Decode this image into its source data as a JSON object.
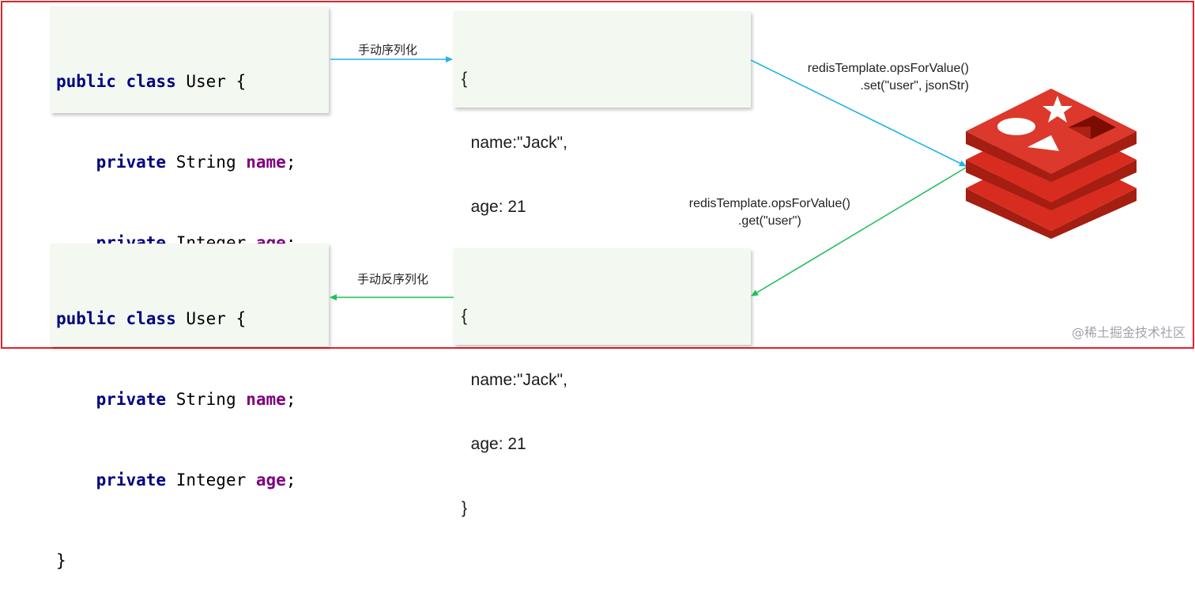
{
  "colors": {
    "frame": "#e0242b",
    "serialize_arrow": "#1fb4e8",
    "deserialize_arrow": "#1fbf5a",
    "keyword": "#00007f",
    "field_name": "#7f007f",
    "box_bg": "#f3f8f1",
    "redis_red": "#d82c20"
  },
  "top_class": {
    "line1": {
      "kw": "public class",
      "rest": " User {"
    },
    "line2": {
      "kw": "private",
      "type": " String ",
      "field": "name",
      "end": ";"
    },
    "line3": {
      "kw": "private",
      "type": " Integer ",
      "field": "age",
      "end": ";"
    },
    "line4": "}"
  },
  "bottom_class": {
    "line1": {
      "kw": "public class",
      "rest": " User {"
    },
    "line2": {
      "kw": "private",
      "type": " String ",
      "field": "name",
      "end": ";"
    },
    "line3": {
      "kw": "private",
      "type": " Integer ",
      "field": "age",
      "end": ";"
    },
    "line4": "}"
  },
  "top_json": [
    "{",
    "  name:\"Jack\",",
    "  age: 21",
    "}"
  ],
  "bottom_json": [
    "{",
    "  name:\"Jack\",",
    "  age: 21",
    "}"
  ],
  "serialize_label": "手动序列化",
  "deserialize_label": "手动反序列化",
  "set_call": {
    "line1": "redisTemplate.opsForValue()",
    "line2": ".set(\"user\", jsonStr)"
  },
  "get_call": {
    "line1": "redisTemplate.opsForValue()",
    "line2": ".get(\"user\")"
  },
  "redis_icon": "redis-logo-icon",
  "watermark": "@稀土掘金技术社区"
}
